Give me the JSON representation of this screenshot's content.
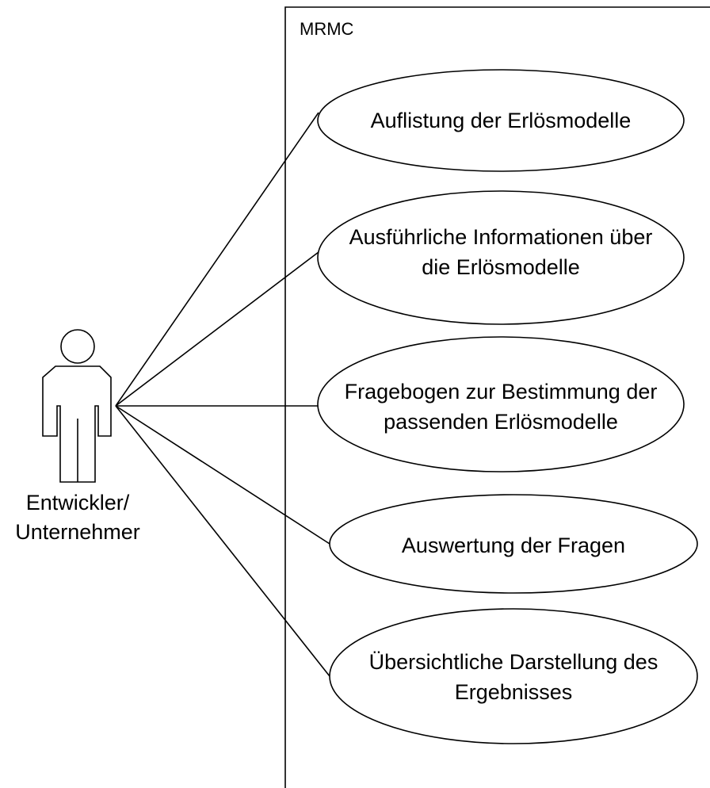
{
  "system": {
    "label": "MRMC"
  },
  "actor": {
    "label_line1": "Entwickler/",
    "label_line2": "Unternehmer"
  },
  "use_cases": [
    {
      "line1": "Auflistung der Erlösmodelle"
    },
    {
      "line1": "Ausführliche Informationen über",
      "line2": "die Erlösmodelle"
    },
    {
      "line1": "Fragebogen zur Bestimmung der",
      "line2": "passenden Erlösmodelle"
    },
    {
      "line1": "Auswertung der Fragen"
    },
    {
      "line1": "Übersichtliche Darstellung des",
      "line2": "Ergebnisses"
    }
  ],
  "colors": {
    "stroke": "#000000",
    "background": "#ffffff"
  }
}
